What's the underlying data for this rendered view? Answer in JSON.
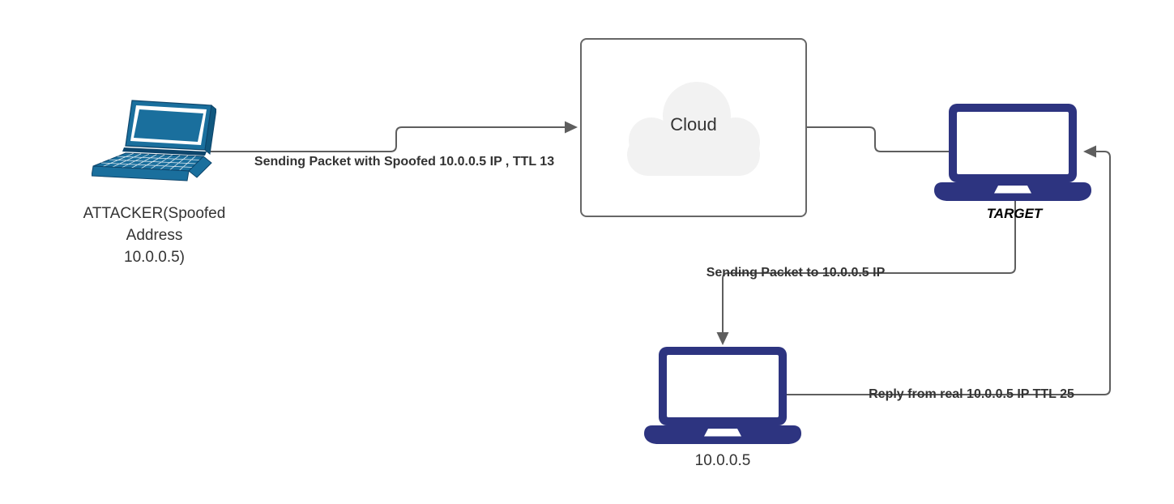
{
  "nodes": {
    "attacker": {
      "label_lines": [
        "ATTACKER(Spoofed",
        "Address",
        "10.0.0.5)"
      ],
      "icon": "laptop-perspective-icon"
    },
    "cloud": {
      "label": "Cloud",
      "icon": "cloud-icon"
    },
    "target": {
      "label": "TARGET",
      "icon": "laptop-icon"
    },
    "real_host": {
      "label": "10.0.0.5",
      "icon": "laptop-icon"
    }
  },
  "edges": {
    "attacker_to_cloud": {
      "label": "Sending Packet with Spoofed 10.0.0.5 IP , TTL 13"
    },
    "target_to_real_host": {
      "label": "Sending Packet to 10.0.0.5 IP"
    },
    "real_host_to_target": {
      "label": "Reply from real 10.0.0.5 IP TTL 25"
    }
  },
  "colors": {
    "attacker_laptop": "#1a6f9d",
    "target_laptop": "#2d3480",
    "connector": "#5e5e5e",
    "cloud_fill": "#f2f2f2",
    "cloud_box_border": "#666666",
    "node_label_text": "#333333",
    "edge_label_text": "#333333"
  }
}
